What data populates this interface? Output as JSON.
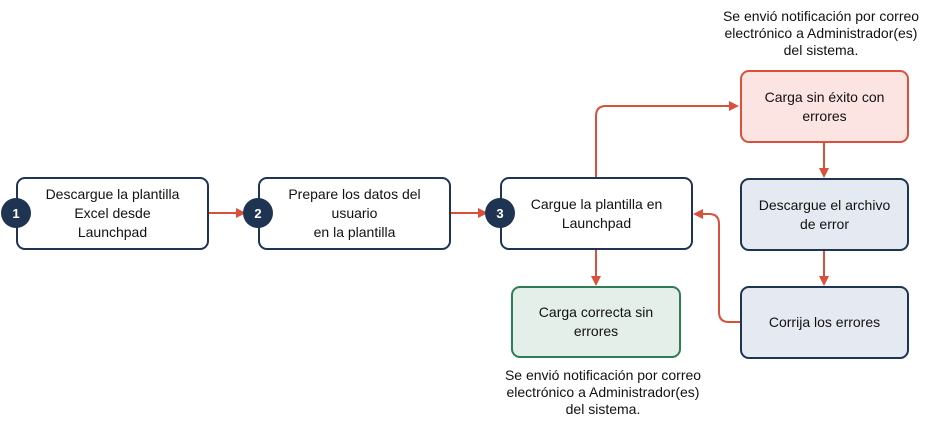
{
  "colors": {
    "navy": "#1f3453",
    "arrow": "#d9513a",
    "error_fill": "#fbe4e1",
    "success_border": "#2f7d55",
    "success_fill": "#e3efe8",
    "neutral_fill": "#e5eaf2"
  },
  "steps": [
    {
      "number": "1",
      "label": "Descargue la plantilla\nExcel desde\nLaunchpad"
    },
    {
      "number": "2",
      "label": "Prepare los datos del\nusuario\nen la plantilla"
    },
    {
      "number": "3",
      "label": "Cargue la plantilla en\nLaunchpad"
    }
  ],
  "outcomes": {
    "failure": "Carga sin éxito con\nerrores",
    "download_error": "Descargue el archivo\nde error",
    "fix_errors": "Corrija los errores",
    "success": "Carga correcta sin\nerrores"
  },
  "notes": {
    "failure_notice": "Se envió notificación por correo\nelectrónico  a Administrador(es)\ndel sistema.",
    "success_notice": "Se envió notificación por correo\nelectrónico a Administrador(es)\ndel sistema."
  }
}
